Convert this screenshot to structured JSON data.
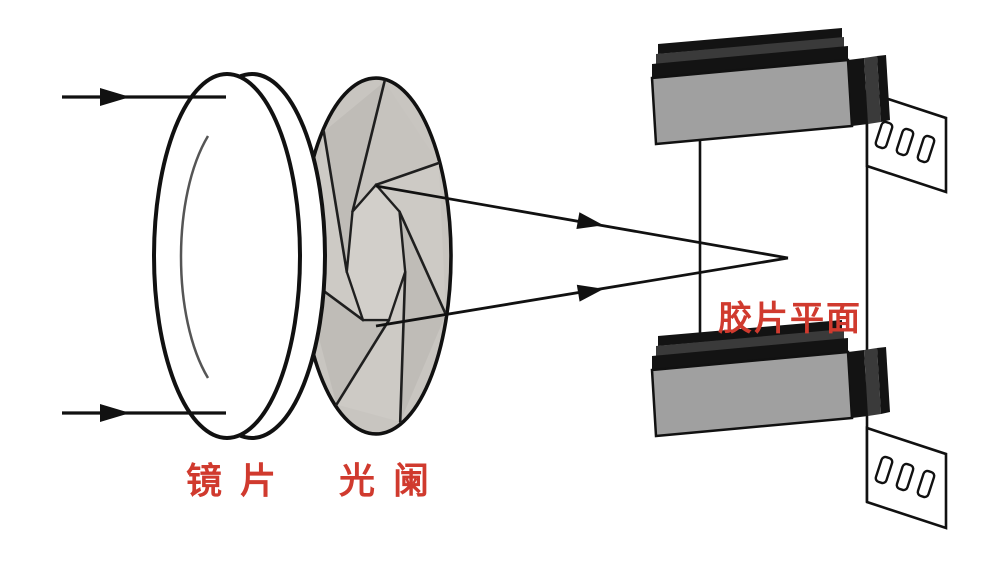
{
  "diagram": {
    "labels": {
      "lens": "镜 片",
      "aperture": "光 阑",
      "film_plane": "胶片平面"
    },
    "colors": {
      "label_red": "#d03a2e",
      "outline": "#111111",
      "aperture_disc": "#c8c5c0",
      "blade_light": "#cdcac5",
      "blade_dark": "#bfbcb7",
      "aperture_opening": "#d2cfca",
      "block_gray": "#a0a0a0",
      "layer_black": "#131313",
      "layer_gray": "#3a3a3a"
    }
  }
}
